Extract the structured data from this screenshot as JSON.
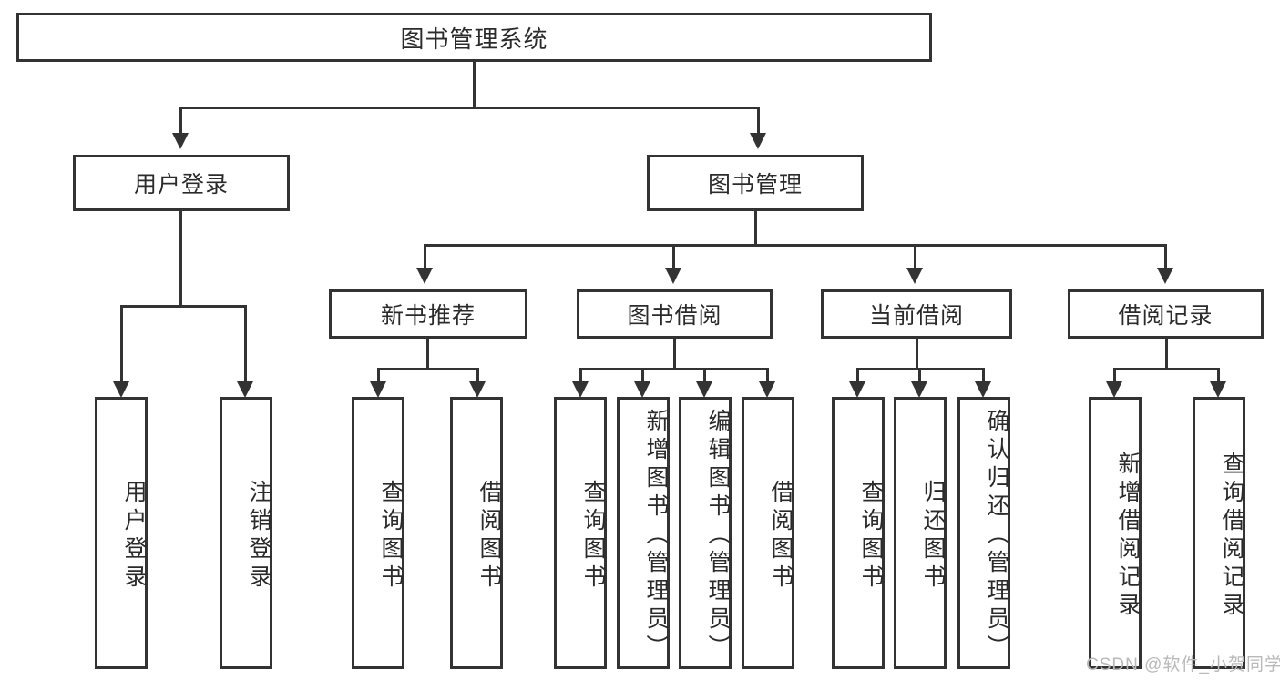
{
  "diagram": {
    "type": "tree",
    "title": "图书管理系统",
    "root": {
      "id": "root",
      "label": "图书管理系统",
      "orientation": "horizontal"
    },
    "level2": [
      {
        "id": "user-login",
        "label": "用户登录",
        "orientation": "horizontal"
      },
      {
        "id": "book-manage",
        "label": "图书管理",
        "orientation": "horizontal"
      }
    ],
    "level3": [
      {
        "id": "new-book-recommend",
        "label": "新书推荐",
        "orientation": "horizontal",
        "parent": "book-manage"
      },
      {
        "id": "book-borrow",
        "label": "图书借阅",
        "orientation": "horizontal",
        "parent": "book-manage"
      },
      {
        "id": "current-borrow",
        "label": "当前借阅",
        "orientation": "horizontal",
        "parent": "book-manage"
      },
      {
        "id": "borrow-record",
        "label": "借阅记录",
        "orientation": "horizontal",
        "parent": "book-manage"
      }
    ],
    "leaves": [
      {
        "id": "leaf-user-login",
        "label": "用户登录",
        "orientation": "vertical",
        "parent": "user-login"
      },
      {
        "id": "leaf-logout-login",
        "label": "注销登录",
        "orientation": "vertical",
        "parent": "user-login"
      },
      {
        "id": "leaf-query-book-1",
        "label": "查询图书",
        "orientation": "vertical",
        "parent": "new-book-recommend"
      },
      {
        "id": "leaf-borrow-book-1",
        "label": "借阅图书",
        "orientation": "vertical",
        "parent": "new-book-recommend"
      },
      {
        "id": "leaf-query-book-2",
        "label": "查询图书",
        "orientation": "vertical",
        "parent": "book-borrow"
      },
      {
        "id": "leaf-add-book",
        "label": "新增图书（管理员）",
        "orientation": "vertical",
        "parent": "book-borrow"
      },
      {
        "id": "leaf-edit-book",
        "label": "编辑图书（管理员）",
        "orientation": "vertical",
        "parent": "book-borrow"
      },
      {
        "id": "leaf-borrow-book-2",
        "label": "借阅图书",
        "orientation": "vertical",
        "parent": "book-borrow"
      },
      {
        "id": "leaf-query-book-3",
        "label": "查询图书",
        "orientation": "vertical",
        "parent": "current-borrow"
      },
      {
        "id": "leaf-return-book",
        "label": "归还图书",
        "orientation": "vertical",
        "parent": "current-borrow"
      },
      {
        "id": "leaf-confirm-return",
        "label": "确认归还（管理员）",
        "orientation": "vertical",
        "parent": "current-borrow"
      },
      {
        "id": "leaf-add-record",
        "label": "新增借阅记录",
        "orientation": "vertical",
        "parent": "borrow-record"
      },
      {
        "id": "leaf-query-record",
        "label": "查询借阅记录",
        "orientation": "vertical",
        "parent": "borrow-record"
      }
    ],
    "colors": {
      "stroke": "#333333",
      "fill": "#ffffff",
      "text": "#2b2b2b",
      "watermark": "#b9b9b9"
    }
  },
  "watermark": {
    "text": "CSDN @软件_小贺同学"
  }
}
